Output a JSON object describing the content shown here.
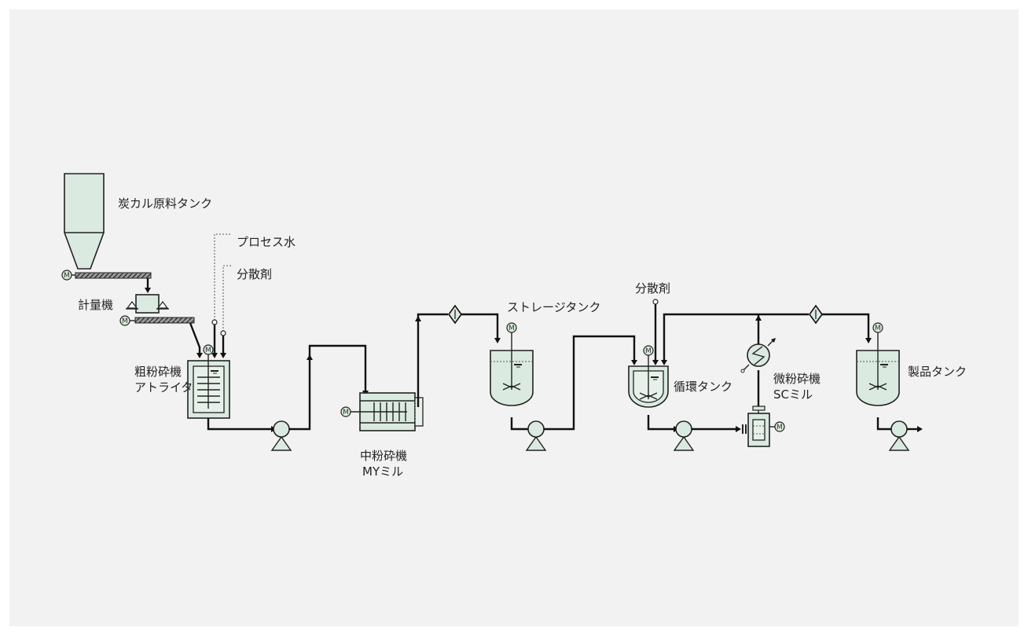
{
  "labels": {
    "raw_tank": "炭カル原料タンク",
    "process_water": "プロセス水",
    "dispersant_1": "分散剤",
    "scale": "計量機",
    "coarse_mill_line1": "粗粉砕機",
    "coarse_mill_line2": "アトライタ",
    "medium_mill_line1": "中粉砕機",
    "medium_mill_line2": "MYミル",
    "storage_tank": "ストレージタンク",
    "dispersant_2": "分散剤",
    "circulation_tank": "循環タンク",
    "fine_mill_line1": "微粉砕機",
    "fine_mill_line2": "SCミル",
    "product_tank": "製品タンク"
  },
  "motor_letter": "M",
  "colors": {
    "equipment_fill": "#daeae0",
    "line": "#111111",
    "background": "#f2f2f2"
  }
}
